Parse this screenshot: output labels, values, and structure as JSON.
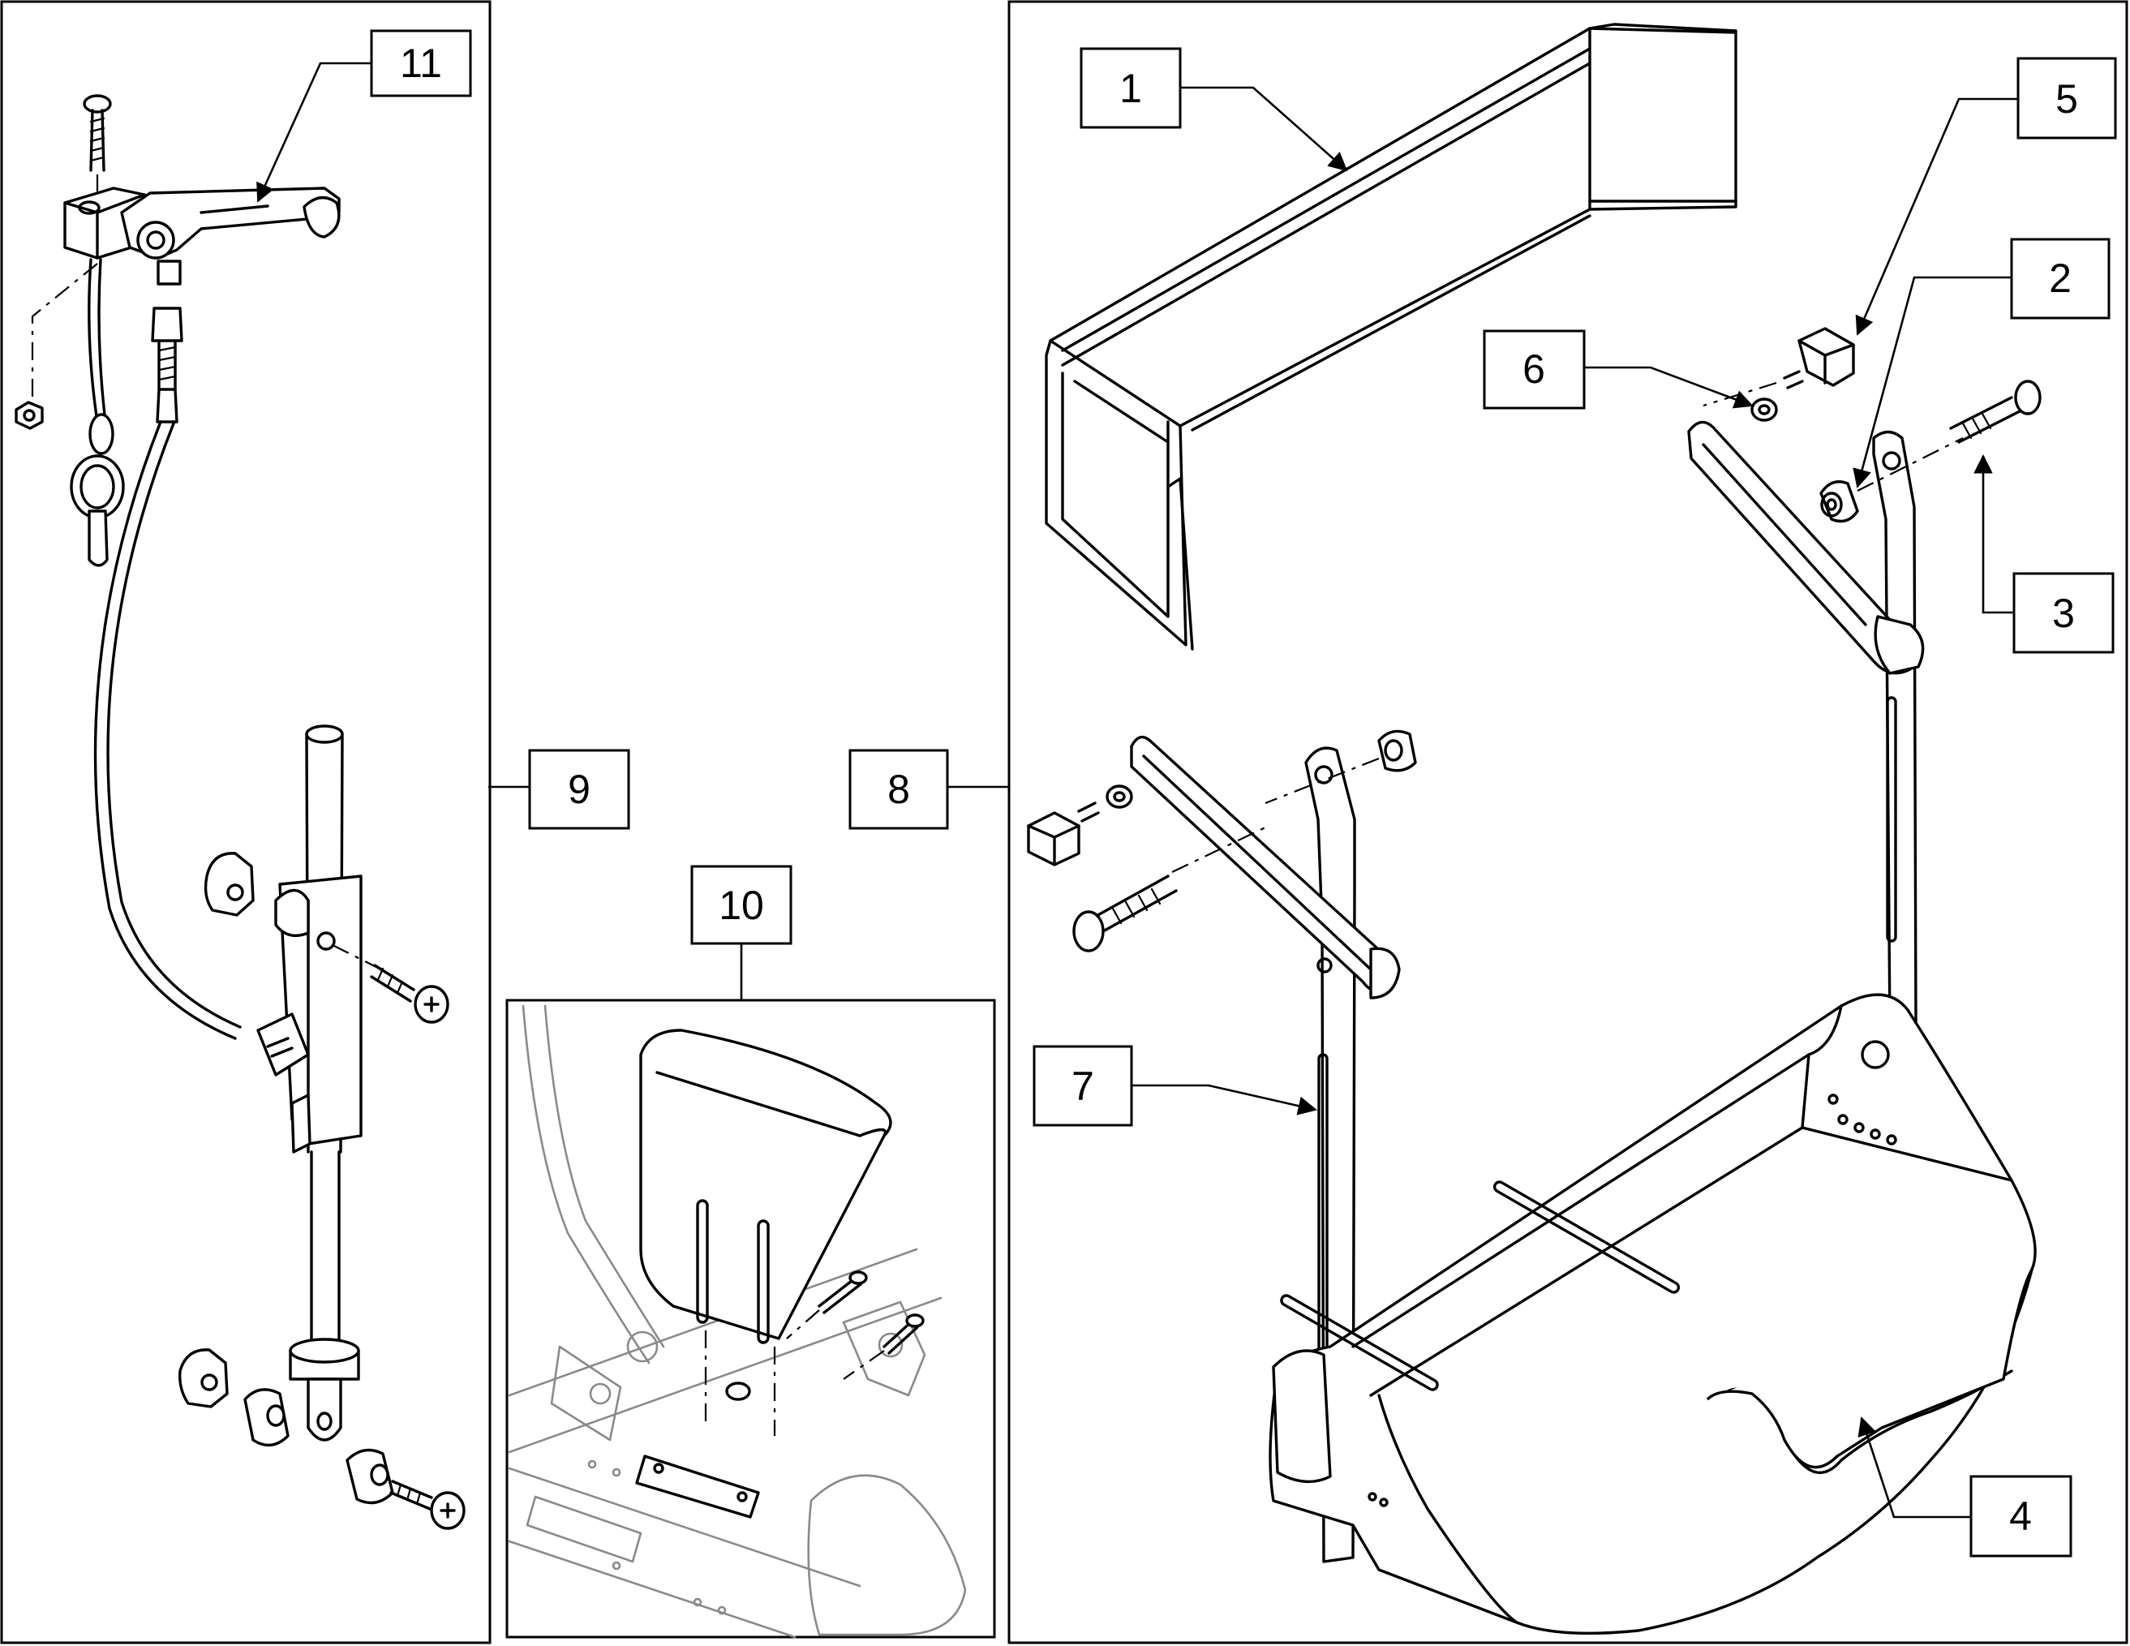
{
  "callouts": [
    {
      "id": "1",
      "label": "1"
    },
    {
      "id": "2",
      "label": "2"
    },
    {
      "id": "3",
      "label": "3"
    },
    {
      "id": "4",
      "label": "4"
    },
    {
      "id": "5",
      "label": "5"
    },
    {
      "id": "6",
      "label": "6"
    },
    {
      "id": "7",
      "label": "7"
    },
    {
      "id": "8",
      "label": "8"
    },
    {
      "id": "9",
      "label": "9"
    },
    {
      "id": "10",
      "label": "10"
    },
    {
      "id": "11",
      "label": "11"
    }
  ],
  "colors": {
    "line": "#000000",
    "background": "#ffffff",
    "detail_gray": "#8a8a8a"
  }
}
